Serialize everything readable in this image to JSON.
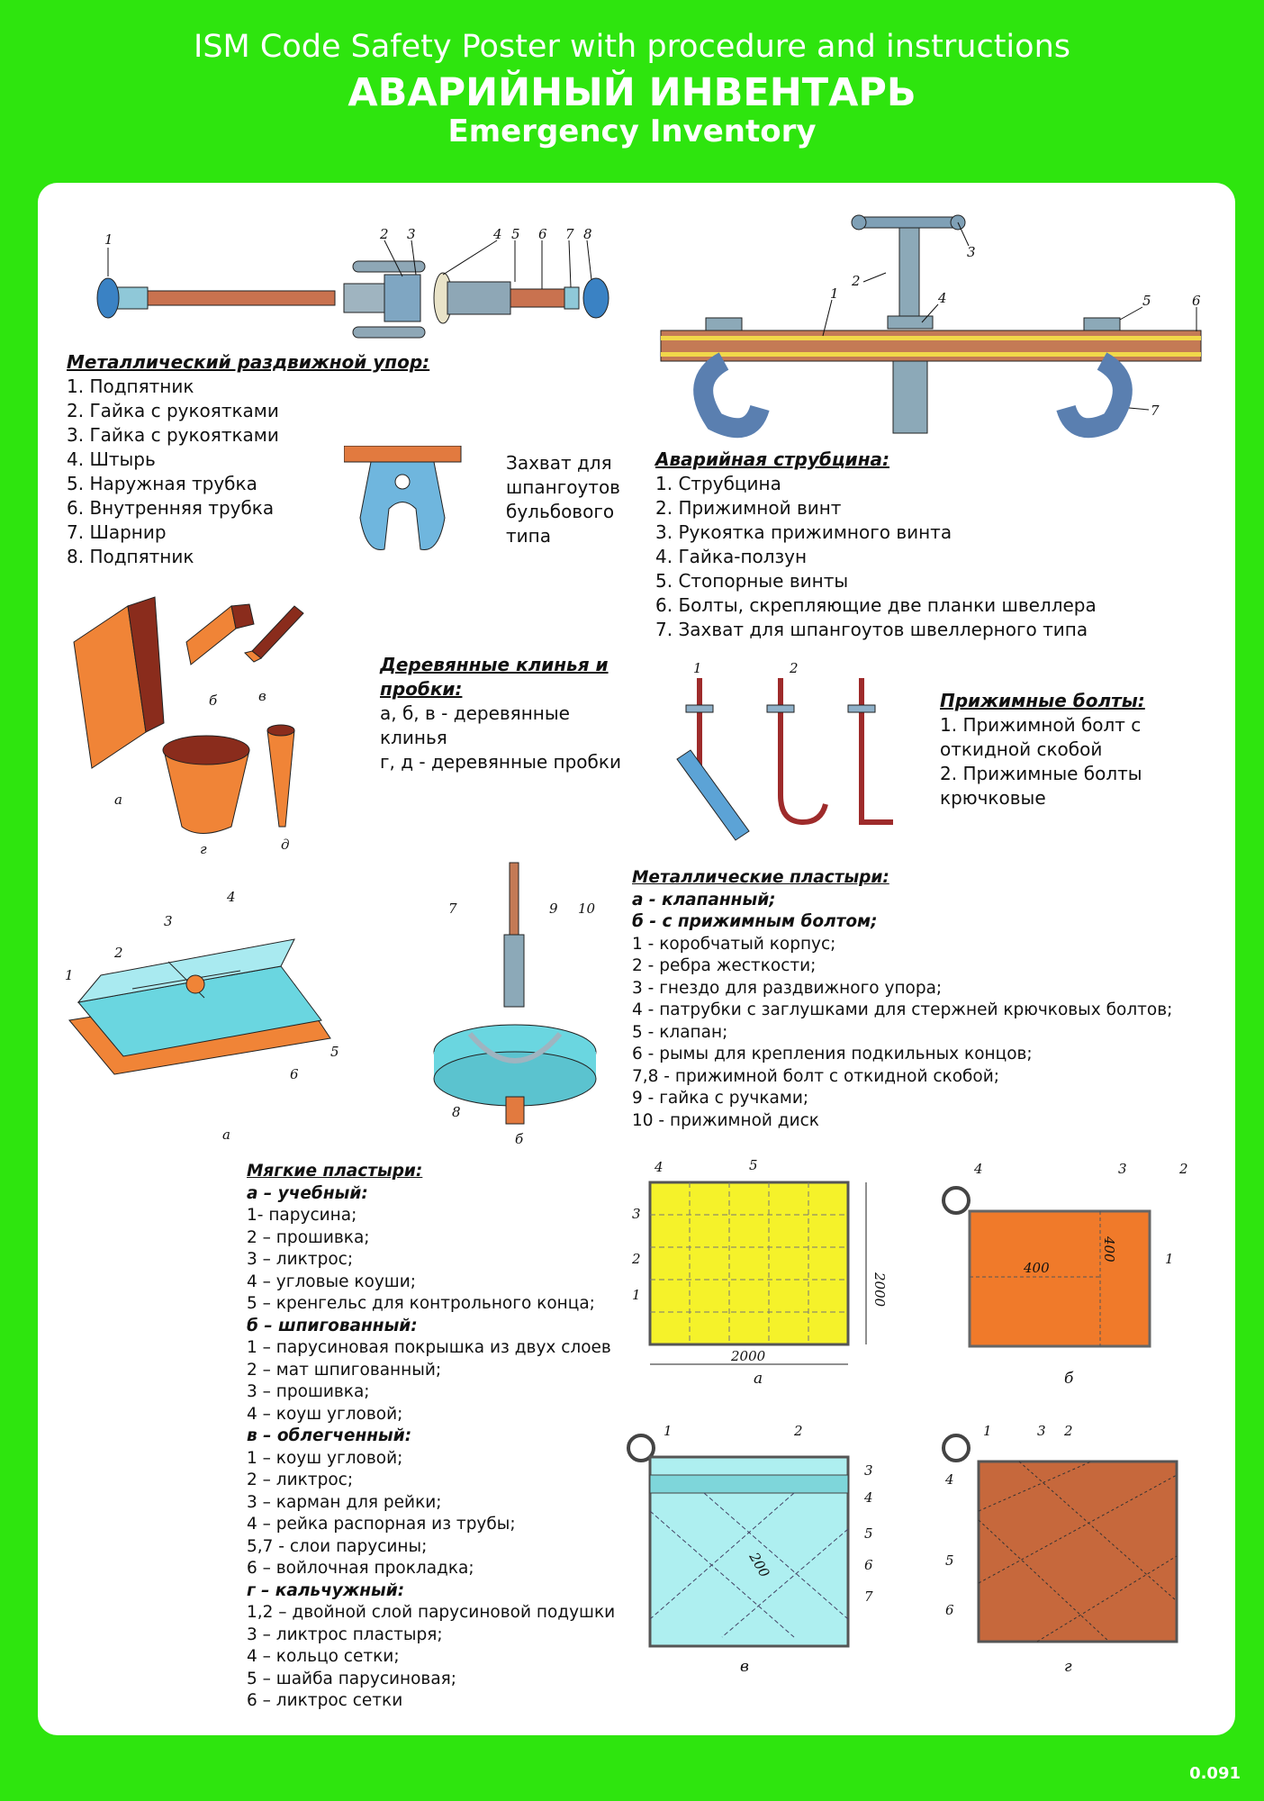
{
  "header": {
    "line1": "ISM Code Safety Poster with procedure and instructions",
    "title_ru": "АВАРИЙНЫЙ ИНВЕНТАРЬ",
    "title_en": "Emergency Inventory"
  },
  "code": "0.091",
  "strut": {
    "title": "Металлический раздвижной упор:",
    "items": [
      "1. Подпятник",
      "2. Гайка с рукоятками",
      "3. Гайка с рукоятками",
      "4. Штырь",
      "5. Наружная трубка",
      "6. Внутренняя трубка",
      "7. Шарнир",
      "8. Подпятник"
    ],
    "labels": [
      "1",
      "2",
      "3",
      "4",
      "5",
      "6",
      "7",
      "8"
    ]
  },
  "grip": {
    "lines": [
      "Захват для",
      "шпангоутов",
      "бульбового",
      "типа"
    ]
  },
  "clamp": {
    "title": "Аварийная струбцина:",
    "items": [
      "1. Струбцина",
      "2. Прижимной винт",
      "3. Рукоятка прижимного винта",
      "4. Гайка-ползун",
      "5. Стопорные винты",
      "6. Болты, скрепляющие две планки швеллера",
      "7. Захват для шпангоутов швеллерного типа"
    ],
    "labels": [
      "1",
      "2",
      "3",
      "4",
      "5",
      "6",
      "7"
    ]
  },
  "wedges": {
    "title": [
      "Деревянные клинья и",
      "пробки:"
    ],
    "items": [
      "а, б, в - деревянные",
      "клинья",
      "г, д - деревянные пробки"
    ],
    "labels": [
      "а",
      "б",
      "в",
      "г",
      "д"
    ]
  },
  "bolts": {
    "title": "Прижимные болты:",
    "items": [
      "1. Прижимной болт с",
      "откидной скобой",
      "2. Прижимные болты",
      "крючковые"
    ],
    "labels": [
      "1",
      "2"
    ]
  },
  "metal_patches": {
    "title": "Металлические пластыри:",
    "sub": [
      "а - клапанный;",
      "б - с прижимным болтом;"
    ],
    "items": [
      "1 - коробчатый корпус;",
      "2 - ребра жесткости;",
      "3 - гнездо для раздвижного упора;",
      "4 - патрубки с заглушками для стержней крючковых болтов;",
      "5 - клапан;",
      "6 - рымы для крепления подкильных концов;",
      "7,8 - прижимной болт с откидной скобой;",
      "9 - гайка с ручками;",
      "10 - прижимной диск"
    ],
    "labels_a": [
      "1",
      "2",
      "3",
      "4",
      "5",
      "6",
      "а"
    ],
    "labels_b": [
      "7",
      "8",
      "9",
      "10",
      "б"
    ]
  },
  "soft_patches": {
    "title": "Мягкие пластыри:",
    "groups": [
      {
        "sub": "а – учебный:",
        "items": [
          "1- парусина;",
          "2 – прошивка;",
          "3 – ликтрос;",
          "4 – угловые коуши;",
          "5 – кренгельс для контрольного конца;"
        ]
      },
      {
        "sub": "б – шпигованный:",
        "items": [
          "1 – парусиновая покрышка из двух слоев",
          "2 – мат шпигованный;",
          "3 – прошивка;",
          "4 – коуш угловой;"
        ]
      },
      {
        "sub": "в – облегченный:",
        "items": [
          "1 – коуш угловой;",
          "2 – ликтрос;",
          "3 – карман для рейки;",
          "4 – рейка распорная из трубы;",
          "5,7 - слои парусины;",
          "6 – войлочная прокладка;"
        ]
      },
      {
        "sub": "г – кальчужный:",
        "items": [
          "1,2 – двойной слой парусиновой подушки",
          "3 – ликтрос пластыря;",
          "4 – кольцо сетки;",
          "5 – шайба парусиновая;",
          "6 – ликтрос сетки"
        ]
      }
    ],
    "fig_a": {
      "dim_w": "2000",
      "dim_h": "2000",
      "caption": "а",
      "labels": [
        "1",
        "2",
        "3",
        "4",
        "5"
      ]
    },
    "fig_b": {
      "dim_w": "400",
      "dim_h": "400",
      "caption": "б",
      "labels": [
        "1",
        "2",
        "3",
        "4"
      ]
    },
    "fig_v": {
      "dim": "200",
      "caption": "в",
      "labels": [
        "1",
        "2",
        "3",
        "4",
        "5",
        "6",
        "7"
      ]
    },
    "fig_g": {
      "caption": "г",
      "labels": [
        "1",
        "2",
        "3",
        "4",
        "5",
        "6"
      ]
    }
  }
}
